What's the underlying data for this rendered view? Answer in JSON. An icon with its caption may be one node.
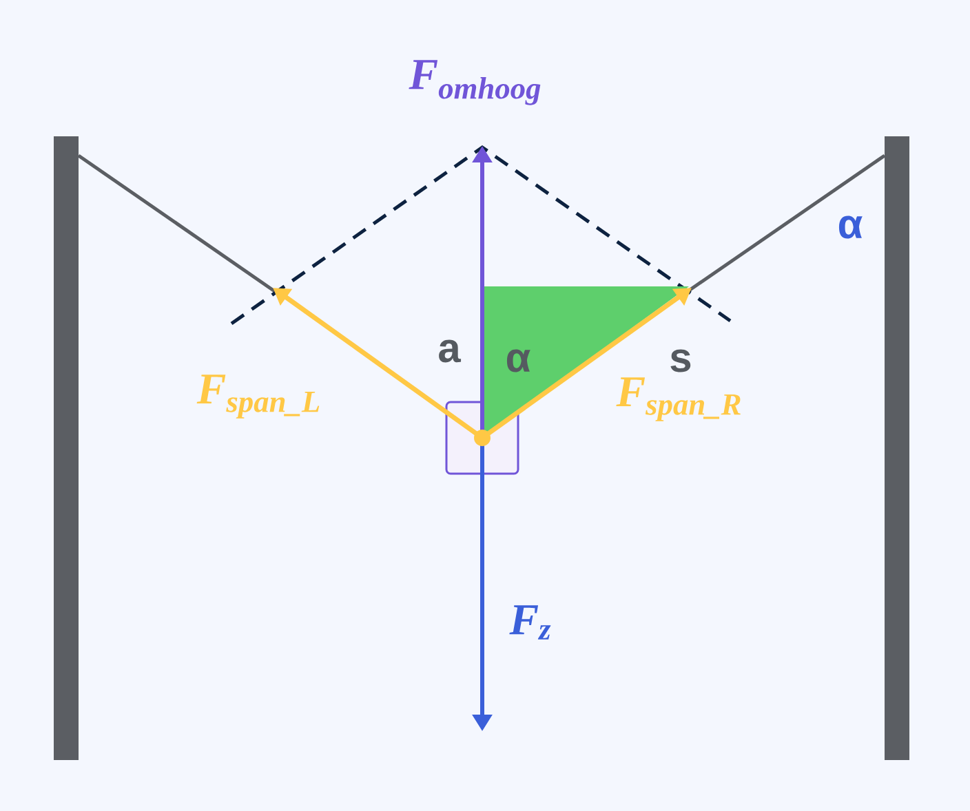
{
  "diagram": {
    "labels": [
      "F$_{omhoog}$",
      "α",
      "a",
      "α",
      "s",
      "F$_{span_L}$",
      "F$_{span_R}$",
      "F$_{z}$"
    ]
  }
}
